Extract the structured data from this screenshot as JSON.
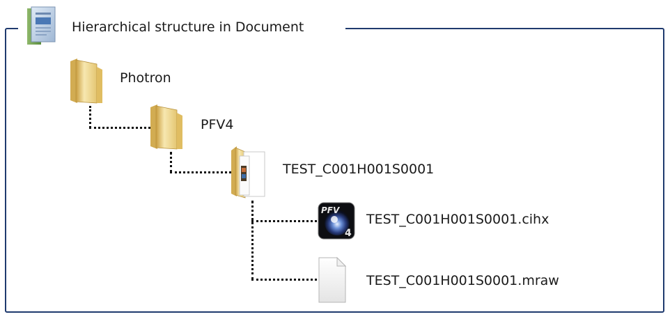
{
  "title": "Hierarchical structure in Document",
  "tree": {
    "root": "Photron",
    "level1": "PFV4",
    "level2": "TEST_C001H001S0001",
    "files": [
      {
        "name": "TEST_C001H001S0001.cihx",
        "icon": "pfv4-app-icon"
      },
      {
        "name": "TEST_C001H001S0001.mraw",
        "icon": "blank-file-icon"
      }
    ]
  },
  "icons": {
    "document": "document-folder-icon",
    "folder": "folder-icon",
    "folder_with_files": "folder-with-files-icon",
    "pfv4": "pfv4-app-icon",
    "file": "blank-file-icon"
  },
  "app_icon_text": "PFV",
  "app_icon_number": "4",
  "colors": {
    "frame_border": "#1f3a6e",
    "connector": "#111111",
    "folder_light": "#f6e3a8",
    "folder_dark": "#d9b660"
  }
}
